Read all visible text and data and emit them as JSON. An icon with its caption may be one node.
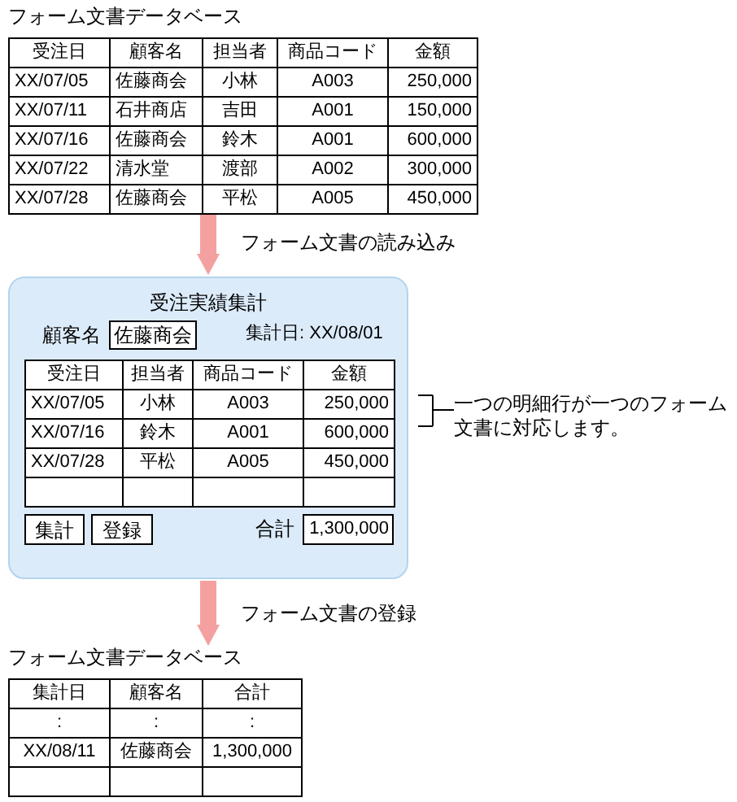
{
  "diagram": {
    "nodes": [
      {
        "text": [
          "フォーム文書データベース"
        ]
      },
      {
        "text": [
          "受注実績集計"
        ]
      },
      {
        "text": [
          "フォーム文書データベース"
        ]
      },
      {
        "text": [
          "一つの明細行が一つのフォーム文書に対応します。"
        ]
      }
    ],
    "edges": [
      {
        "from": 0,
        "to": 1,
        "arrow": "to",
        "label": "フォーム文書の読み込み"
      },
      {
        "from": 1,
        "to": 2,
        "arrow": "to",
        "label": "フォーム文書の登録"
      },
      {
        "from": 3,
        "to": 1,
        "arrow": "none",
        "color": "#000000"
      }
    ],
    "labels": [
      "受注日",
      "顧客名",
      "担当者",
      "商品コード",
      "金額",
      "XX/07/05",
      "佐藤商会",
      "小林",
      "A003",
      "250,000",
      "XX/07/11",
      "石井商店",
      "吉田",
      "A001",
      "150,000",
      "XX/07/16",
      "佐藤商会",
      "鈴木",
      "A001",
      "600,000",
      "XX/07/22",
      "清水堂",
      "渡部",
      "A002",
      "300,000",
      "XX/07/28",
      "佐藤商会",
      "平松",
      "A005",
      "450,000",
      "顧客名",
      "佐藤商会",
      "集計日: XX/08/01",
      "受注日",
      "担当者",
      "商品コード",
      "金額",
      "XX/07/05",
      "小林",
      "A003",
      "250,000",
      "XX/07/16",
      "鈴木",
      "A001",
      "600,000",
      "XX/07/28",
      "平松",
      "A005",
      "450,000",
      "集計",
      "登録",
      "合計",
      "1,300,000",
      "集計日",
      "顧客名",
      "合計",
      ":",
      ":",
      ":",
      "XX/08/11",
      "佐藤商会",
      "1,300,000"
    ]
  }
}
